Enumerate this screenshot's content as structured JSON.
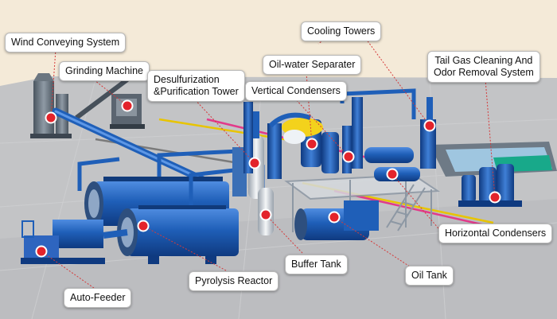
{
  "diagram": {
    "labels": {
      "wind_conveying_system": "Wind Conveying System",
      "grinding_machine": "Grinding Machine",
      "desulfurization_line1": "Desulfurization",
      "desulfurization_line2": "&Purification Tower",
      "cooling_towers": "Cooling Towers",
      "oil_water_separater": "Oil-water Separater",
      "vertical_condensers": "Vertical Condensers",
      "tail_gas_line1": "Tail Gas Cleaning And",
      "tail_gas_line2": "Odor Removal System",
      "horizontal_condensers": "Horizontal Condensers",
      "buffer_tank": "Buffer Tank",
      "oil_tank": "Oil Tank",
      "pyrolysis_reactor": "Pyrolysis Reactor",
      "auto_feeder": "Auto-Feeder"
    },
    "colors": {
      "background": "#f4ead8",
      "floor": "#c3c4c6",
      "equipment_blue": "#1f5fb8",
      "dark_blue": "#123f86",
      "marker_red": "#e3232b",
      "leader_line": "#d63a3a"
    }
  }
}
